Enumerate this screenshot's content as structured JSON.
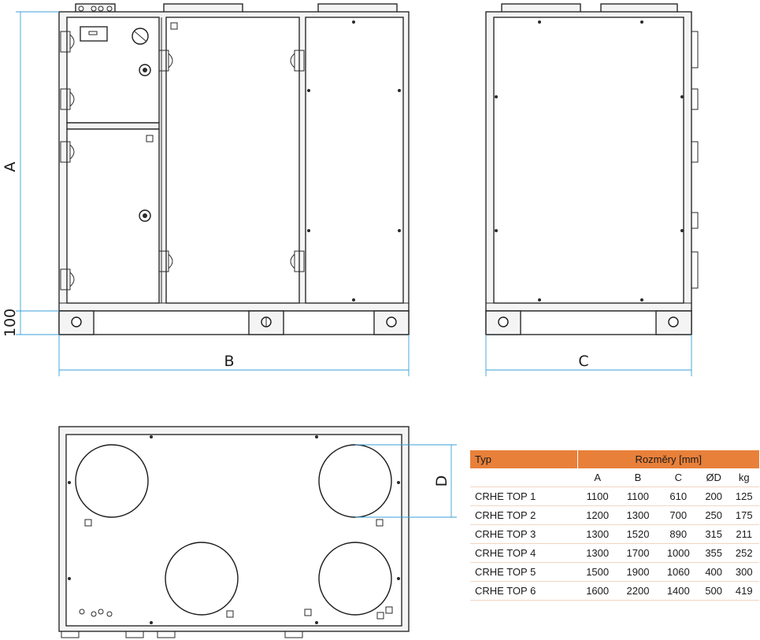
{
  "dimensions": {
    "a": "A",
    "b": "B",
    "c": "C",
    "d": "D",
    "base_height": "100"
  },
  "table": {
    "header_type": "Typ",
    "header_group": "Rozměry [mm]",
    "columns": [
      "A",
      "B",
      "C",
      "ØD",
      "kg"
    ],
    "rows": [
      {
        "name": "CRHE TOP 1",
        "values": [
          "1100",
          "1100",
          "610",
          "200",
          "125"
        ]
      },
      {
        "name": "CRHE TOP 2",
        "values": [
          "1200",
          "1300",
          "700",
          "250",
          "175"
        ]
      },
      {
        "name": "CRHE TOP 3",
        "values": [
          "1300",
          "1520",
          "890",
          "315",
          "211"
        ]
      },
      {
        "name": "CRHE TOP 4",
        "values": [
          "1300",
          "1700",
          "1000",
          "355",
          "252"
        ]
      },
      {
        "name": "CRHE TOP 5",
        "values": [
          "1500",
          "1900",
          "1060",
          "400",
          "300"
        ]
      },
      {
        "name": "CRHE TOP 6",
        "values": [
          "1600",
          "2200",
          "1400",
          "500",
          "419"
        ]
      }
    ]
  },
  "colors": {
    "table_header": "#e8803a",
    "dimension_lines": "#3a9fd8"
  }
}
